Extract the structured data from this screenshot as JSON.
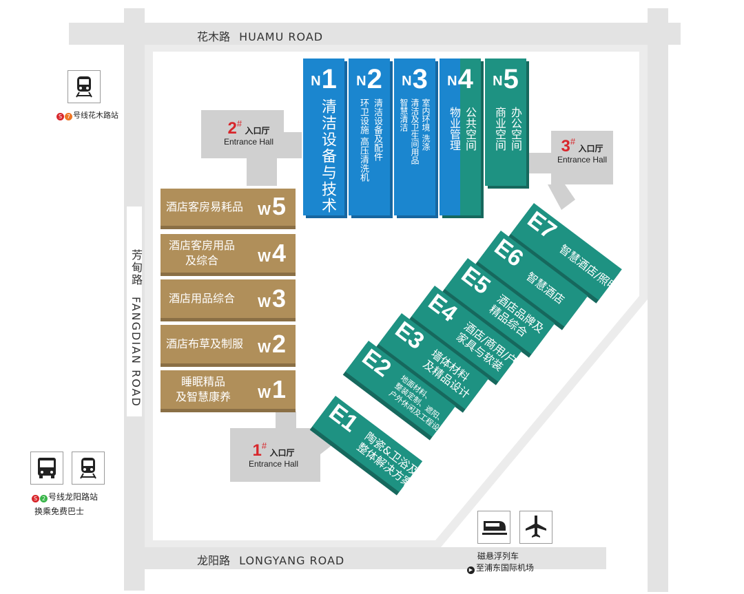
{
  "roads": {
    "north": {
      "cn": "花木路",
      "en": "HUAMU ROAD"
    },
    "west": {
      "cn": "芳甸路",
      "en": "FANGDIAN ROAD"
    },
    "south": {
      "cn": "龙阳路",
      "en": "LONGYANG ROAD"
    }
  },
  "n_halls": [
    {
      "code": "1",
      "lines": [
        "清洁设备与技术"
      ],
      "color": "#1b86cf"
    },
    {
      "code": "2",
      "lines": [
        "清洁设备及配件",
        "环卫设施 高压清洗机"
      ],
      "color": "#1b86cf"
    },
    {
      "code": "3",
      "lines": [
        "室内环境 洗涤",
        "清洁及卫生间用品",
        "智慧清洁"
      ],
      "color": "#1b86cf"
    },
    {
      "code": "4",
      "lines": [
        "公共空间",
        "物业管理"
      ],
      "color": "#1b86cf",
      "color2": "#1e9282"
    },
    {
      "code": "5",
      "lines": [
        "办公空间",
        "商业空间"
      ],
      "color": "#1e9282"
    }
  ],
  "n_prefix": "N",
  "w_prefix": "W",
  "e_prefix": "E",
  "w_halls": [
    {
      "code": "5",
      "lines": [
        "酒店客房易耗品"
      ]
    },
    {
      "code": "4",
      "lines": [
        "酒店客房用品",
        "及综合"
      ]
    },
    {
      "code": "3",
      "lines": [
        "酒店用品综合"
      ]
    },
    {
      "code": "2",
      "lines": [
        "酒店布草及制服"
      ]
    },
    {
      "code": "1",
      "lines": [
        "睡眠精品",
        "及智慧康养"
      ]
    }
  ],
  "e_halls": [
    {
      "code": "1",
      "lines": [
        "陶瓷&卫浴及",
        "整体解决方案"
      ]
    },
    {
      "code": "2",
      "lines": [
        "地面材料、",
        "整装定制、遮阳、",
        "户外休闲及工程设计"
      ]
    },
    {
      "code": "3",
      "lines": [
        "墙体材料",
        "及精品设计"
      ]
    },
    {
      "code": "4",
      "lines": [
        "酒店/商用/户外",
        "家具与软装"
      ]
    },
    {
      "code": "5",
      "lines": [
        "酒店品牌及",
        "精品综合"
      ]
    },
    {
      "code": "6",
      "lines": [
        "智慧酒店"
      ]
    },
    {
      "code": "7",
      "lines": [
        "智慧酒店/照明"
      ]
    }
  ],
  "entrances": [
    {
      "num": "1",
      "sup": "#",
      "cn": "入口厅",
      "en": "Entrance Hall"
    },
    {
      "num": "2",
      "sup": "#",
      "cn": "入口厅",
      "en": "Entrance Hall"
    },
    {
      "num": "3",
      "sup": "#",
      "cn": "入口厅",
      "en": "Entrance Hall"
    }
  ],
  "transit": {
    "line7_station": "号线花木路站",
    "line7_num": "7",
    "line2_station": "号线龙阳路站",
    "line2_num": "2",
    "free_bus": "换乘免费巴士",
    "maglev": "磁悬浮列车",
    "airport": "至浦东国际机场"
  },
  "colors": {
    "road": "#e3e3e3",
    "site": "#ececec",
    "n_blue": "#1b86cf",
    "teal": "#1e9282",
    "w_tan": "#b08f5a",
    "entrance_grey": "#d0d0d0",
    "metro_red": "#d8262b",
    "line7_orange": "#ee7624",
    "line2_green": "#3ab54a"
  },
  "icons": [
    "metro-icon",
    "bus-icon",
    "maglev-icon",
    "airplane-icon",
    "metro-logo-icon"
  ]
}
